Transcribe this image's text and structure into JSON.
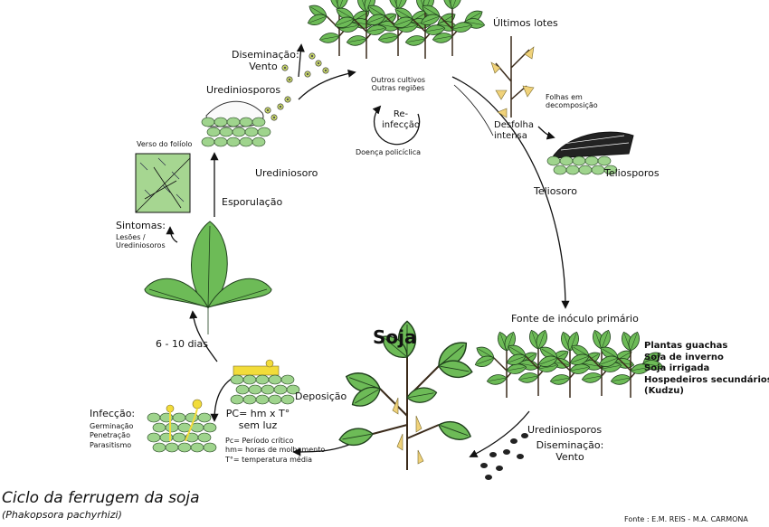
{
  "title": "Ciclo da ferrugem da soja",
  "subtitle": "(Phakopsora pachyrhizi)",
  "credit": "Fonte : E.M. REIS - M.A. CARMONA",
  "center_label": "Soja",
  "labels": {
    "ultimos_lotes": "Últimos lotes",
    "disseminacao_top_1": "Diseminação:",
    "disseminacao_top_2": "Vento",
    "urediniosporos_top": "Urediniosporos",
    "outros_cultivos": "Outros cultivos",
    "outras_regioes": "Outras regiões",
    "reinfeccao_1": "Re-",
    "reinfeccao_2": "infecção",
    "doenca_policiclica": "Doença policíclica",
    "folhas_em": "Folhas em",
    "decomposicao": "decomposição",
    "desfolha_1": "Desfolha",
    "desfolha_2": "intensa",
    "teliosporos": "Teliosporos",
    "teliosoro": "Teliosoro",
    "uredinossoro": "Urediniosoro",
    "verso_foliolo": "Verso do folíolo",
    "esporulacao": "Esporulação",
    "sintomas": "Sintomas:",
    "lesoes": "Lesões /",
    "urediniossoros": "Urediniosoros",
    "fonte_inoculo": "Fonte de inóculo primário",
    "plantas_guachas": "Plantas guachas",
    "soja_inverno": "Soja de inverno",
    "soja_irrigada": "Soja irrigada",
    "hospedeiros": "Hospedeiros secundários",
    "kudzu": "(Kudzu)",
    "dias": "6 - 10 dias",
    "deposicao": "Deposição",
    "pc_formula_1": "PC= hm x T°",
    "pc_formula_2": "sem luz",
    "pc_def": "Pc= Período crítico",
    "hm_def": "hm= horas de molhamento",
    "t_def": "T°= temperatura média",
    "infeccao": "Infecção:",
    "germinacao": "Germinação",
    "penetracao": "Penetração",
    "parasitismo": "Parasitismo",
    "urediniosporos_bottom": "Urediniosporos",
    "disseminacao_bottom_1": "Diseminação:",
    "disseminacao_bottom_2": "Vento"
  },
  "colors": {
    "leaf": "#6dbb57",
    "leaf_dark": "#2f6a2a",
    "flower": "#f0d27a",
    "arrow": "#111111"
  }
}
